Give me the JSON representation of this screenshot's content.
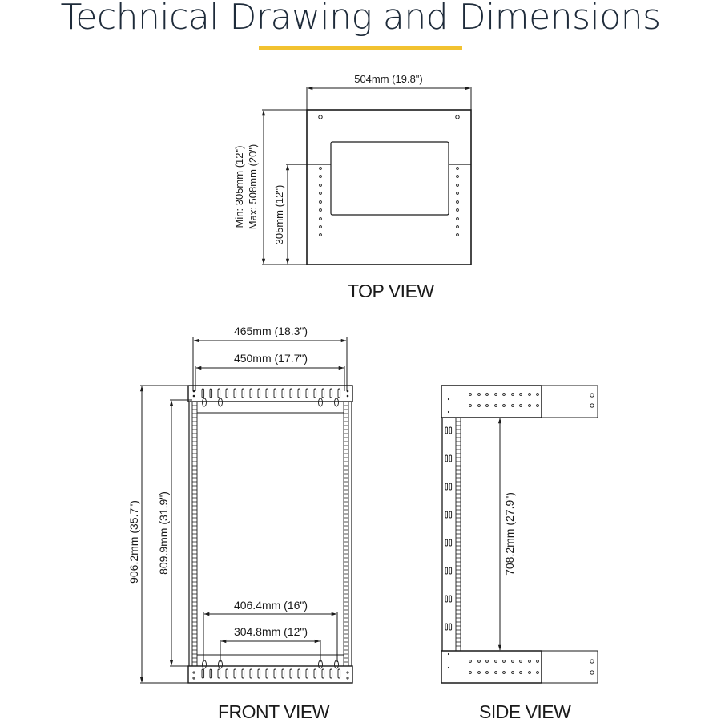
{
  "page": {
    "title": "Technical Drawing and Dimensions",
    "accent_color": "#f2c230",
    "title_color": "#1e2b3a"
  },
  "top_view": {
    "label": "TOP VIEW",
    "dimensions": {
      "width": "504mm (19.8\")",
      "depth_range_min": "Min: 305mm (12\")",
      "depth_range_max": "Max: 508mm (20\")",
      "depth_fixed": "305mm (12\")"
    }
  },
  "front_view": {
    "label": "FRONT VIEW",
    "dimensions": {
      "outer_width": "465mm (18.3\")",
      "inner_width": "450mm (17.7\")",
      "total_height": "906.2mm (35.7\")",
      "rail_height": "809.9mm (31.9\")",
      "base_hole_spacing_outer": "406.4mm (16\")",
      "base_hole_spacing_inner": "304.8mm (12\")"
    }
  },
  "side_view": {
    "label": "SIDE VIEW",
    "dimensions": {
      "inner_height": "708.2mm (27.9\")"
    }
  }
}
